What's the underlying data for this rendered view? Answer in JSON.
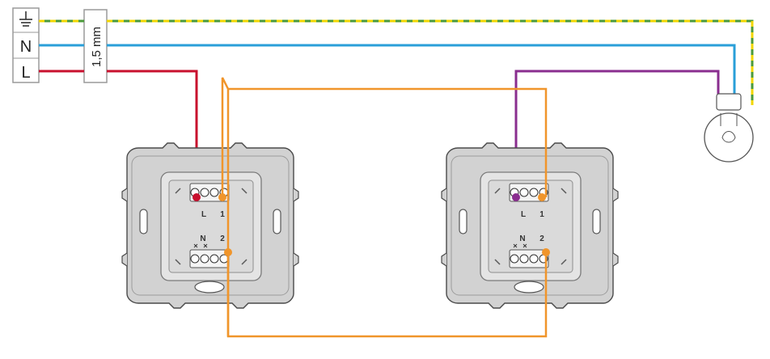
{
  "supply": {
    "earth_symbol": "⏚",
    "neutral_label": "N",
    "live_label": "L"
  },
  "cable": {
    "section_label": "1,5 mm"
  },
  "switches": [
    {
      "terminals": {
        "live": "L",
        "out1": "1",
        "neutral": "N",
        "out2": "2"
      }
    },
    {
      "terminals": {
        "live": "L",
        "out1": "1",
        "neutral": "N",
        "out2": "2"
      }
    }
  ],
  "colors": {
    "live_wire": "#c8102e",
    "neutral_wire": "#2a9fd8",
    "earth_wire": "#4a9a3a",
    "earth_stripe": "#f2d600",
    "traveller_wire": "#f0952b",
    "lamp_wire": "#8a2d8f",
    "switch_body": "#d2d2d2"
  },
  "lamp": {
    "icon": "light-bulb-icon"
  }
}
